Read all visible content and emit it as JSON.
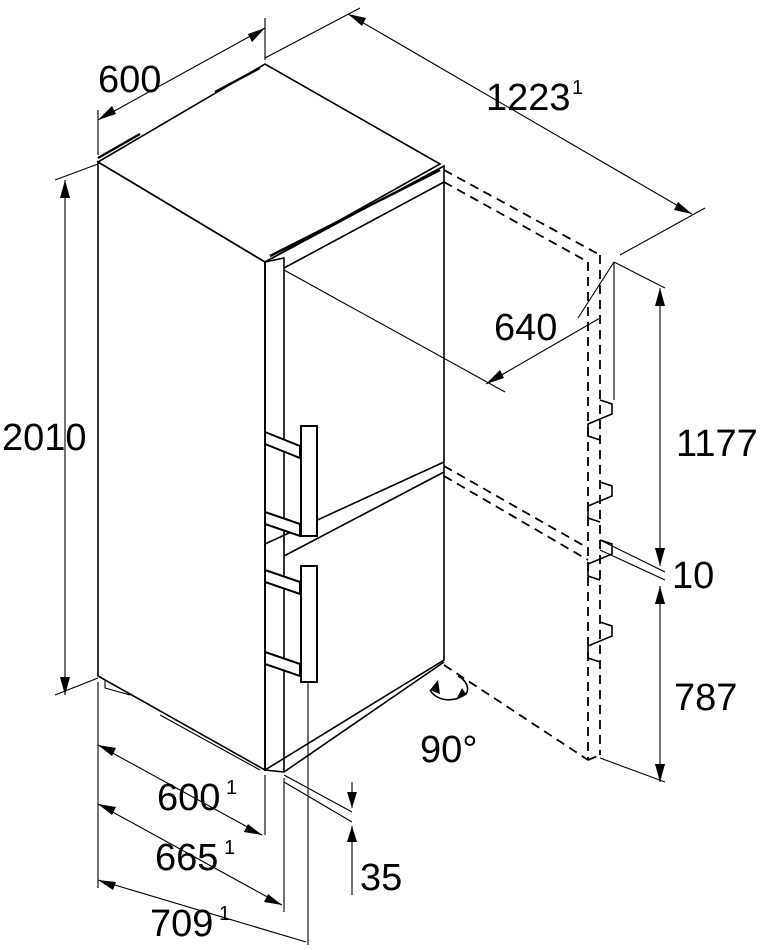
{
  "diagram": {
    "dimensions": {
      "width_top": "600",
      "depth_door_open": "1223",
      "depth_door_open_note": "1",
      "height_total": "2010",
      "door_clearance": "640",
      "upper_door_height": "1177",
      "door_gap": "10",
      "lower_door_height": "787",
      "door_opening_angle": "90°",
      "depth_body": "600",
      "depth_body_note": "1",
      "depth_with_door": "665",
      "depth_with_door_note": "1",
      "depth_with_handle": "709",
      "depth_with_handle_note": "1",
      "handle_projection": "35"
    }
  }
}
